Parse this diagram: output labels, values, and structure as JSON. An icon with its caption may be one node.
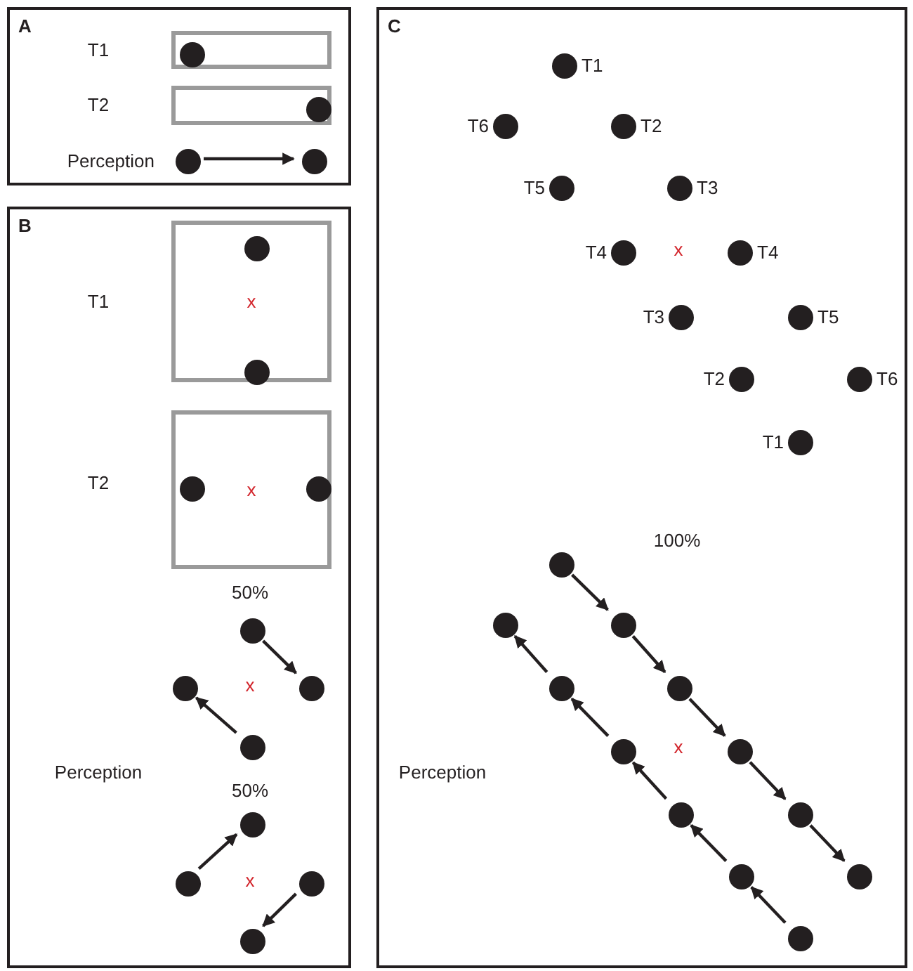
{
  "diagram": {
    "nodes": [
      {
        "text": [
          "A"
        ]
      },
      {
        "text": [],
        "shape": "box",
        "in": 0,
        "beside": [
          "T1"
        ]
      },
      {
        "text": [],
        "shape": "circle",
        "in": 1
      },
      {
        "text": [],
        "shape": "box",
        "in": 0,
        "beside": [
          "T2"
        ]
      },
      {
        "text": [],
        "shape": "circle",
        "in": 3
      },
      {
        "text": [],
        "shape": "circle",
        "in": 0,
        "beside": [
          "Perception"
        ]
      },
      {
        "text": [],
        "shape": "circle",
        "in": 0
      },
      {
        "text": [
          "B"
        ]
      },
      {
        "text": [
          "x"
        ],
        "in": 7,
        "beside": [
          "T1"
        ]
      },
      {
        "text": [],
        "shape": "circle",
        "in": 8
      },
      {
        "text": [],
        "shape": "circle",
        "in": 8
      },
      {
        "text": [
          "x"
        ],
        "in": 7,
        "beside": [
          "T2"
        ]
      },
      {
        "text": [],
        "shape": "circle",
        "in": 11
      },
      {
        "text": [],
        "shape": "circle",
        "in": 11
      },
      {
        "text": [],
        "shape": "circle",
        "in": 7
      },
      {
        "text": [],
        "shape": "circle",
        "in": 7
      },
      {
        "text": [],
        "shape": "circle",
        "in": 7
      },
      {
        "text": [],
        "shape": "circle",
        "in": 7
      },
      {
        "text": [],
        "shape": "circle",
        "in": 7
      },
      {
        "text": [],
        "shape": "circle",
        "in": 7
      },
      {
        "text": [],
        "shape": "circle",
        "in": 7
      },
      {
        "text": [],
        "shape": "circle",
        "in": 7
      },
      {
        "text": [
          "C"
        ]
      },
      {
        "text": [],
        "shape": "circle",
        "in": 22,
        "beside": [
          "T1"
        ]
      },
      {
        "text": [],
        "shape": "circle",
        "in": 22,
        "beside": [
          "T6"
        ]
      },
      {
        "text": [],
        "shape": "circle",
        "in": 22,
        "beside": [
          "T2"
        ]
      },
      {
        "text": [],
        "shape": "circle",
        "in": 22,
        "beside": [
          "T5"
        ]
      },
      {
        "text": [],
        "shape": "circle",
        "in": 22,
        "beside": [
          "T3"
        ]
      },
      {
        "text": [],
        "shape": "circle",
        "in": 22,
        "beside": [
          "T4"
        ]
      },
      {
        "text": [],
        "shape": "circle",
        "in": 22,
        "beside": [
          "T4"
        ]
      },
      {
        "text": [],
        "shape": "circle",
        "in": 22,
        "beside": [
          "T3"
        ]
      },
      {
        "text": [],
        "shape": "circle",
        "in": 22,
        "beside": [
          "T5"
        ]
      },
      {
        "text": [],
        "shape": "circle",
        "in": 22,
        "beside": [
          "T2"
        ]
      },
      {
        "text": [],
        "shape": "circle",
        "in": 22,
        "beside": [
          "T6"
        ]
      },
      {
        "text": [],
        "shape": "circle",
        "in": 22,
        "beside": [
          "T1"
        ]
      },
      {
        "text": [],
        "shape": "circle",
        "in": 22
      },
      {
        "text": [],
        "shape": "circle",
        "in": 22
      },
      {
        "text": [],
        "shape": "circle",
        "in": 22
      },
      {
        "text": [],
        "shape": "circle",
        "in": 22
      },
      {
        "text": [],
        "shape": "circle",
        "in": 22
      },
      {
        "text": [],
        "shape": "circle",
        "in": 22
      },
      {
        "text": [],
        "shape": "circle",
        "in": 22
      },
      {
        "text": [],
        "shape": "circle",
        "in": 22
      },
      {
        "text": [],
        "shape": "circle",
        "in": 22
      },
      {
        "text": [],
        "shape": "circle",
        "in": 22
      },
      {
        "text": [],
        "shape": "circle",
        "in": 22
      },
      {
        "text": [],
        "shape": "circle",
        "in": 22
      }
    ],
    "edges": [
      {
        "from": 5,
        "to": 6,
        "arrow": "to"
      },
      {
        "from": 14,
        "to": 15,
        "arrow": "to"
      },
      {
        "from": 16,
        "to": 17,
        "arrow": "to"
      },
      {
        "from": 19,
        "to": 18,
        "arrow": "to"
      },
      {
        "from": 20,
        "to": 21,
        "arrow": "to"
      },
      {
        "from": 35,
        "to": 37,
        "arrow": "to"
      },
      {
        "from": 37,
        "to": 39,
        "arrow": "to"
      },
      {
        "from": 39,
        "to": 41,
        "arrow": "to"
      },
      {
        "from": 41,
        "to": 43,
        "arrow": "to"
      },
      {
        "from": 43,
        "to": 45,
        "arrow": "to"
      },
      {
        "from": 46,
        "to": 44,
        "arrow": "to"
      },
      {
        "from": 44,
        "to": 42,
        "arrow": "to"
      },
      {
        "from": 42,
        "to": 40,
        "arrow": "to"
      },
      {
        "from": 40,
        "to": 38,
        "arrow": "to"
      },
      {
        "from": 38,
        "to": 36,
        "arrow": "to"
      }
    ],
    "labels": [
      "50%",
      "x",
      "Perception",
      "50%",
      "x",
      "x",
      "100%",
      "x",
      "Perception"
    ]
  }
}
